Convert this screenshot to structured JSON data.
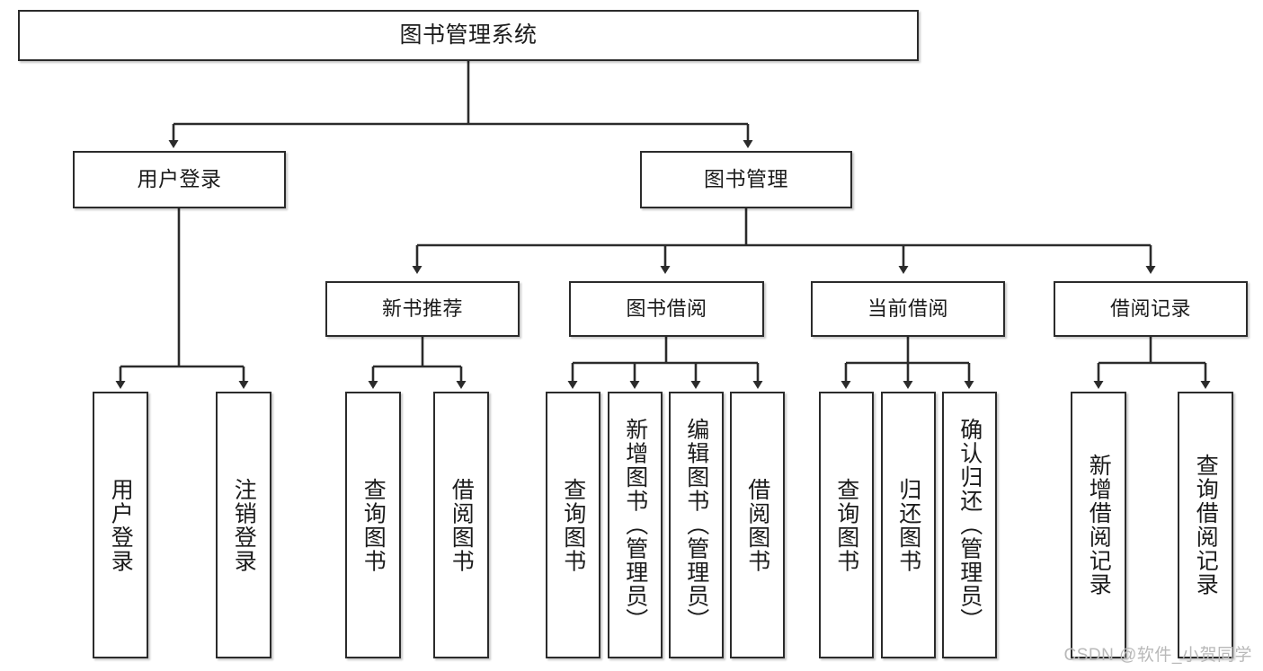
{
  "diagram": {
    "title": "图书管理系统",
    "watermark": "CSDN @软件_小贺同学",
    "style": {
      "box_border_color": "#2b2b2b",
      "box_fill_color": "#ffffff",
      "line_color": "#2b2b2b",
      "text_color": "#1b1b1b",
      "watermark_color": "#b9b9b9"
    },
    "nodes": {
      "root": {
        "label": "图书管理系统"
      },
      "level1": [
        {
          "label": "用户登录"
        },
        {
          "label": "图书管理"
        }
      ],
      "level2": [
        {
          "label": "新书推荐"
        },
        {
          "label": "图书借阅"
        },
        {
          "label": "当前借阅"
        },
        {
          "label": "借阅记录"
        }
      ],
      "leaves": {
        "user_login": [
          {
            "label": "用户登录"
          },
          {
            "label": "注销登录"
          }
        ],
        "new_book_recommend": [
          {
            "label": "查询图书"
          },
          {
            "label": "借阅图书"
          }
        ],
        "book_borrow": [
          {
            "label": "查询图书"
          },
          {
            "label": "新增图书（管理员）"
          },
          {
            "label": "编辑图书（管理员）"
          },
          {
            "label": "借阅图书"
          }
        ],
        "current_borrow": [
          {
            "label": "查询图书"
          },
          {
            "label": "归还图书"
          },
          {
            "label": "确认归还（管理员）"
          }
        ],
        "borrow_record": [
          {
            "label": "新增借阅记录"
          },
          {
            "label": "查询借阅记录"
          }
        ]
      }
    }
  }
}
